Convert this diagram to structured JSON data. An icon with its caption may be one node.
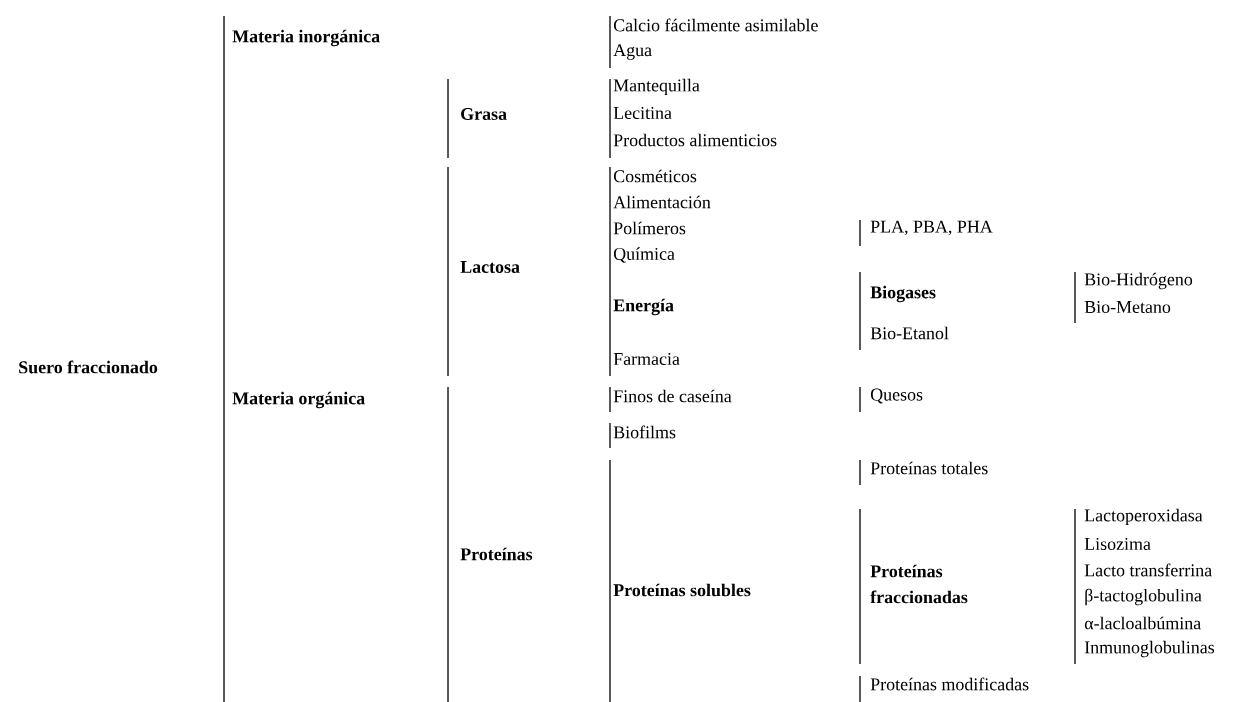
{
  "diagram": {
    "labels": [
      "Suero fraccionado",
      "Materia inorgánica",
      "Calcio fácilmente asimilable",
      "Agua",
      "Materia orgánica",
      "Grasa",
      "Mantequilla",
      "Lecitina",
      "Productos alimenticios",
      "Lactosa",
      "Cosméticos",
      "Alimentación",
      "Polímeros",
      "PLA, PBA, PHA",
      "Química",
      "Energía",
      "Biogases",
      "Bio-Hidrógeno",
      "Bio-Metano",
      "Bio-Etanol",
      "Farmacia",
      "Proteínas",
      "Finos de caseína",
      "Quesos",
      "Biofilms",
      "Proteínas solubles",
      "Proteínas totales",
      "Proteínas fraccionadas",
      "Lactoperoxidasa",
      "Lisozima",
      "Lacto transferrina",
      "β-tactoglobulina",
      "α-lacloalbúmina",
      "Inmunoglobulinas",
      "Proteínas modificadas"
    ]
  }
}
